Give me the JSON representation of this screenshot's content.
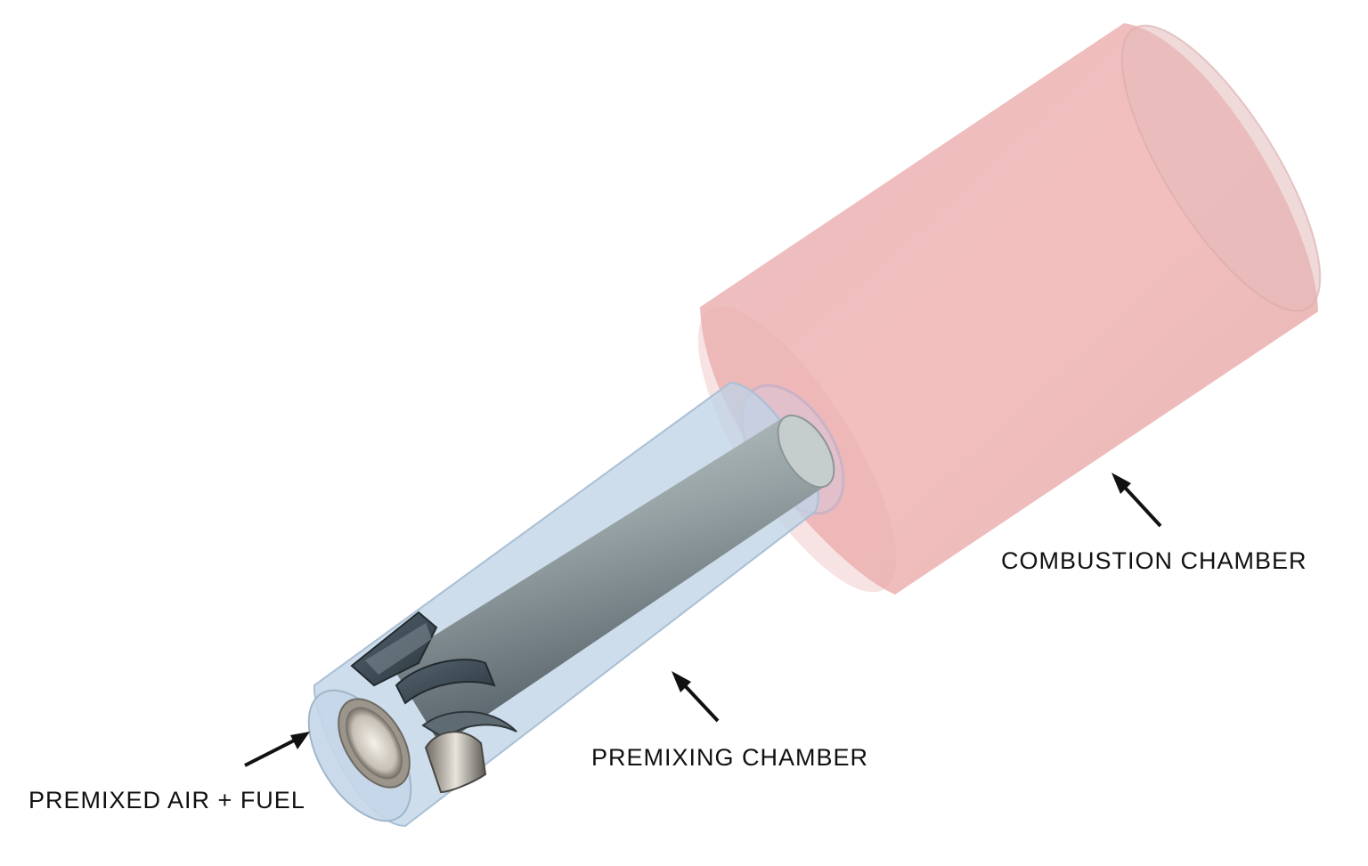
{
  "labels": {
    "combustion_chamber": "COMBUSTION CHAMBER",
    "premixing_chamber": "PREMIXING CHAMBER",
    "inlet": "PREMIXED AIR + FUEL"
  },
  "colors": {
    "combustion_chamber": "#ef9a9a",
    "premixing_chamber": "#b9d2e6",
    "centre_body": "#8f999b",
    "swirler_vanes": "#3a4650",
    "arrows": "#111111",
    "labels": "#111111"
  }
}
